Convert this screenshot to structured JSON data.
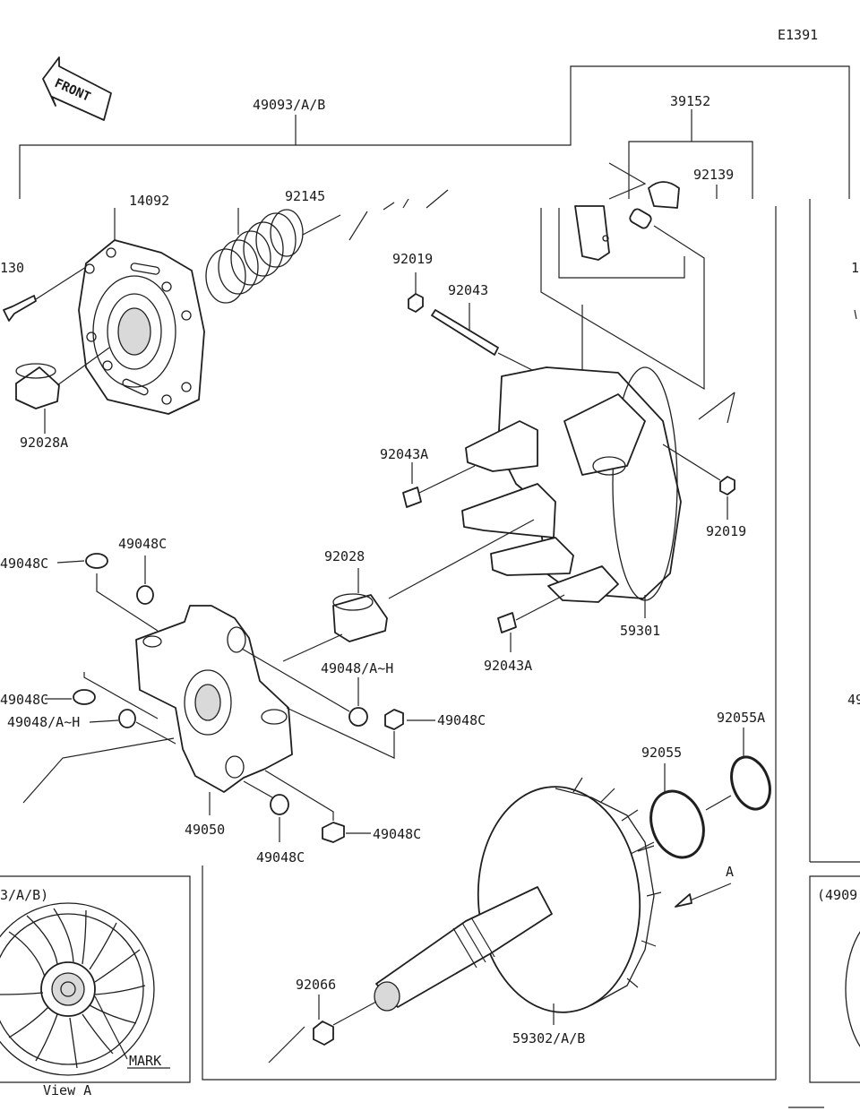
{
  "diagram_code": "E1391",
  "front_label": "FRONT",
  "view_label": "View A",
  "mark_label": "MARK",
  "arrow_label": "A",
  "parts": {
    "p49093": "49093/A/B",
    "p39152": "39152",
    "p92139": "92139",
    "p14092": "14092",
    "p92145": "92145",
    "p92019a": "92019",
    "p92043": "92043",
    "p130": "130",
    "p92028A": "92028A",
    "p92043A_top": "92043A",
    "p92019b": "92019",
    "p92028": "92028",
    "p59301": "59301",
    "p92043A_bot": "92043A",
    "p49048C_a": "49048C",
    "p49048C_b": "49048C",
    "p49048AH_a": "49048/A~H",
    "p49048C_c": "49048C",
    "p49048C_d": "49048C",
    "p49048AH_b": "49048/A~H",
    "p49050": "49050",
    "p49048C_e": "49048C",
    "p49048C_f": "49048C",
    "p92055": "92055",
    "p92055A": "92055A",
    "p92066": "92066",
    "p59302": "59302/A/B",
    "p_inset_left": "3/A/B)",
    "p_inset_right": "(4909",
    "p_edge_1": "1",
    "p_edge_49": "49"
  }
}
